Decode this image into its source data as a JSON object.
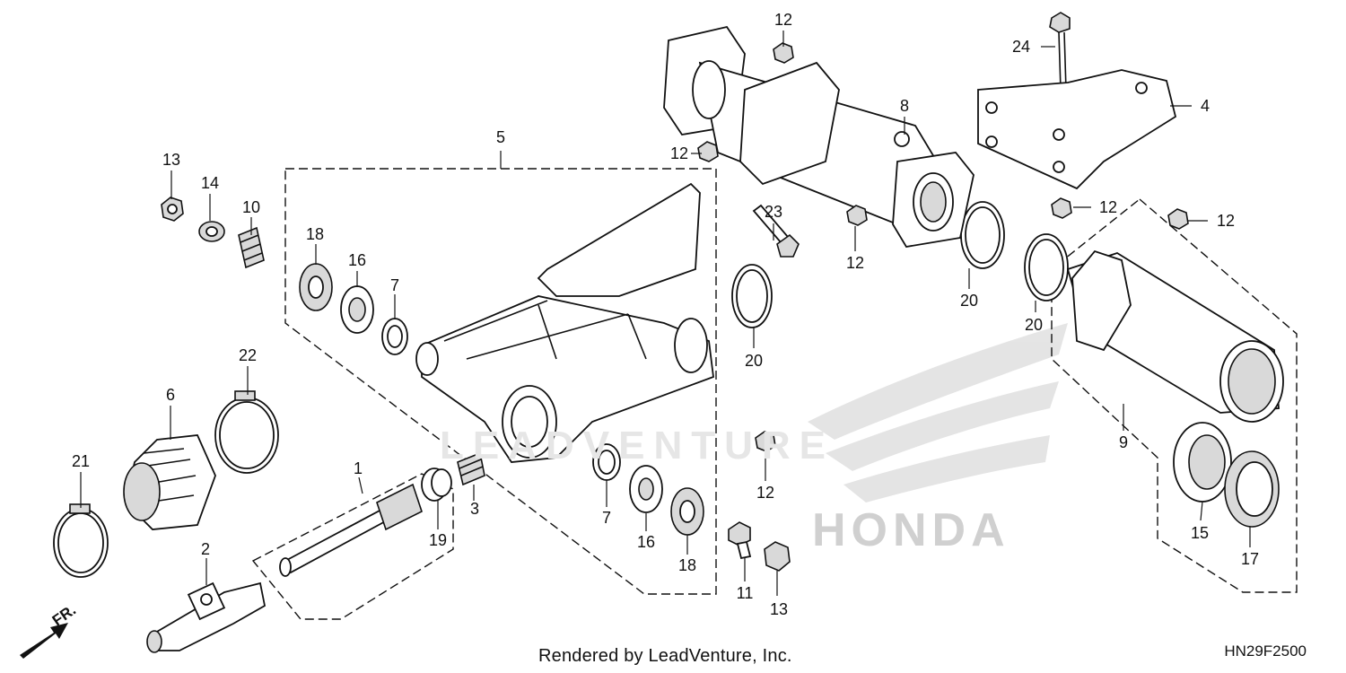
{
  "diagram_code": "HN29F2500",
  "credit": "Rendered by LeadVenture, Inc.",
  "watermark": "LEADVENTURE",
  "brand_mark": "HONDA",
  "direction": "FR.",
  "callouts": [
    {
      "id": "c1",
      "text": "1"
    },
    {
      "id": "c2",
      "text": "2"
    },
    {
      "id": "c3",
      "text": "3"
    },
    {
      "id": "c4",
      "text": "4"
    },
    {
      "id": "c5",
      "text": "5"
    },
    {
      "id": "c6",
      "text": "6"
    },
    {
      "id": "c7a",
      "text": "7"
    },
    {
      "id": "c7b",
      "text": "7"
    },
    {
      "id": "c8",
      "text": "8"
    },
    {
      "id": "c9",
      "text": "9"
    },
    {
      "id": "c10",
      "text": "10"
    },
    {
      "id": "c11",
      "text": "11"
    },
    {
      "id": "c12a",
      "text": "12"
    },
    {
      "id": "c12b",
      "text": "12"
    },
    {
      "id": "c12c",
      "text": "12"
    },
    {
      "id": "c12d",
      "text": "12"
    },
    {
      "id": "c12e",
      "text": "12"
    },
    {
      "id": "c12f",
      "text": "12"
    },
    {
      "id": "c13a",
      "text": "13"
    },
    {
      "id": "c13b",
      "text": "13"
    },
    {
      "id": "c14",
      "text": "14"
    },
    {
      "id": "c15",
      "text": "15"
    },
    {
      "id": "c16a",
      "text": "16"
    },
    {
      "id": "c16b",
      "text": "16"
    },
    {
      "id": "c17",
      "text": "17"
    },
    {
      "id": "c18a",
      "text": "18"
    },
    {
      "id": "c18b",
      "text": "18"
    },
    {
      "id": "c19",
      "text": "19"
    },
    {
      "id": "c20a",
      "text": "20"
    },
    {
      "id": "c20b",
      "text": "20"
    },
    {
      "id": "c20c",
      "text": "20"
    },
    {
      "id": "c21",
      "text": "21"
    },
    {
      "id": "c22",
      "text": "22"
    },
    {
      "id": "c23",
      "text": "23"
    },
    {
      "id": "c24",
      "text": "24"
    }
  ]
}
